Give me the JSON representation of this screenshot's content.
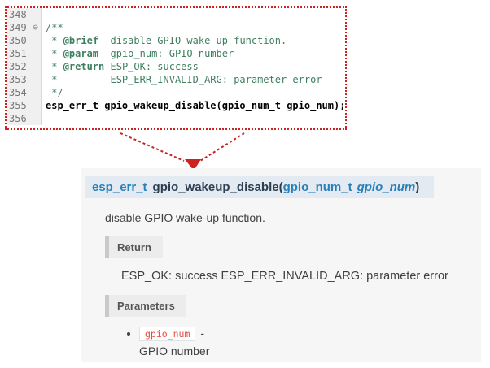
{
  "code_editor": {
    "fold_marker": "⊖",
    "lines": [
      {
        "num": "348",
        "fold": false,
        "segments": []
      },
      {
        "num": "349",
        "fold": true,
        "segments": [
          {
            "text": "/**",
            "style": "comment"
          }
        ]
      },
      {
        "num": "350",
        "fold": false,
        "segments": [
          {
            "text": " * ",
            "style": "comment"
          },
          {
            "text": "@brief",
            "style": "tag"
          },
          {
            "text": "  disable GPIO wake-up function.",
            "style": "comment"
          }
        ]
      },
      {
        "num": "351",
        "fold": false,
        "segments": [
          {
            "text": " * ",
            "style": "comment"
          },
          {
            "text": "@param",
            "style": "tag"
          },
          {
            "text": "  gpio_num: GPIO number",
            "style": "comment"
          }
        ]
      },
      {
        "num": "352",
        "fold": false,
        "segments": [
          {
            "text": " * ",
            "style": "comment"
          },
          {
            "text": "@return",
            "style": "tag"
          },
          {
            "text": " ESP_OK: success",
            "style": "comment"
          }
        ]
      },
      {
        "num": "353",
        "fold": false,
        "segments": [
          {
            "text": " *         ESP_ERR_INVALID_ARG: parameter error",
            "style": "comment"
          }
        ]
      },
      {
        "num": "354",
        "fold": false,
        "segments": [
          {
            "text": " */",
            "style": "comment"
          }
        ]
      },
      {
        "num": "355",
        "fold": false,
        "segments": [
          {
            "text": "esp_err_t gpio_wakeup_disable(gpio_num_t gpio_num);",
            "style": "code"
          }
        ]
      },
      {
        "num": "356",
        "fold": false,
        "segments": []
      }
    ]
  },
  "doc_panel": {
    "signature": {
      "return_type": "esp_err_t",
      "function_name": "gpio_wakeup_disable",
      "open_paren": "(",
      "param_type": "gpio_num_t",
      "param_name": "gpio_num",
      "close_paren": ")"
    },
    "description": "disable GPIO wake-up function.",
    "return_section": {
      "label": "Return",
      "text": "ESP_OK: success ESP_ERR_INVALID_ARG: parameter error"
    },
    "parameters_section": {
      "label": "Parameters"
    },
    "parameters": [
      {
        "name": "gpio_num",
        "separator": "-",
        "description": "GPIO number"
      }
    ]
  },
  "colors": {
    "dotted_red": "#cc2222",
    "comment_green": "#3f7f5f",
    "signature_blue": "#2980b9",
    "signature_bg": "#e3eaf2",
    "param_name_red": "#e74c3c"
  }
}
